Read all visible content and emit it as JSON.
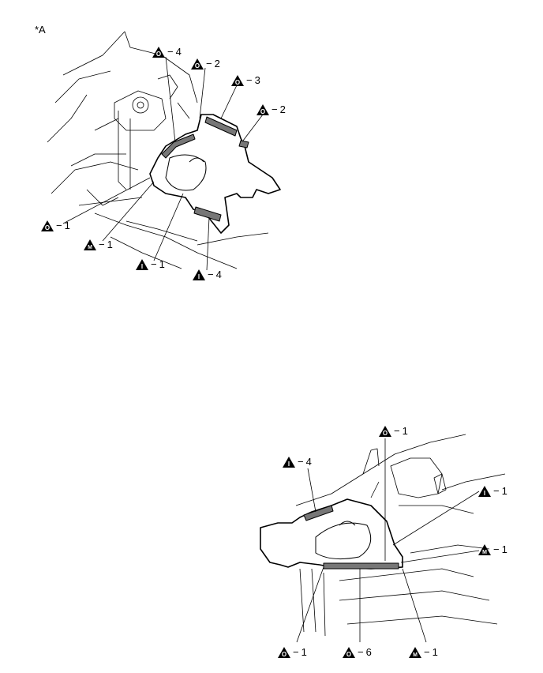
{
  "figure_label": "*A",
  "callouts_top": [
    {
      "symbol": "O",
      "count": "4"
    },
    {
      "symbol": "O",
      "count": "2"
    },
    {
      "symbol": "O",
      "count": "3"
    },
    {
      "symbol": "O",
      "count": "2"
    },
    {
      "symbol": "O",
      "count": "1"
    },
    {
      "symbol": "M",
      "count": "1"
    },
    {
      "symbol": "I",
      "count": "1"
    },
    {
      "symbol": "I",
      "count": "4"
    }
  ],
  "callouts_bottom": [
    {
      "symbol": "O",
      "count": "1"
    },
    {
      "symbol": "I",
      "count": "4"
    },
    {
      "symbol": "I",
      "count": "1"
    },
    {
      "symbol": "M",
      "count": "1"
    },
    {
      "symbol": "O",
      "count": "1"
    },
    {
      "symbol": "O",
      "count": "6"
    },
    {
      "symbol": "M",
      "count": "1"
    }
  ],
  "dash": "−"
}
